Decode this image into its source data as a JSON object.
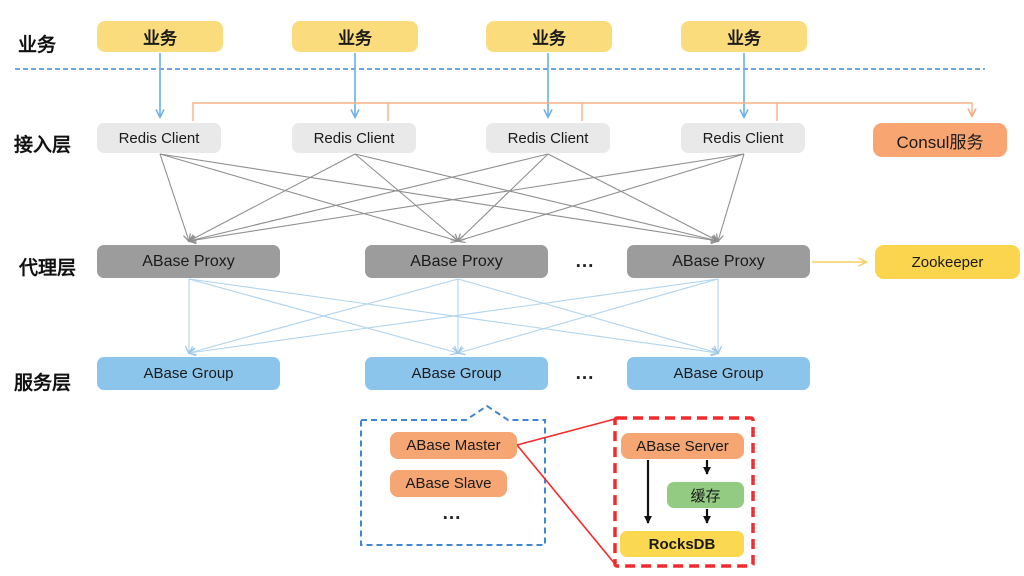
{
  "diagram": {
    "title_semantic": "ABase architecture layered diagram",
    "layer_labels": {
      "business": "业务",
      "access": "接入层",
      "proxy": "代理层",
      "service": "服务层"
    },
    "business_nodes": [
      "业务",
      "业务",
      "业务",
      "业务"
    ],
    "access_nodes": [
      "Redis Client",
      "Redis Client",
      "Redis Client",
      "Redis Client"
    ],
    "consul_node": "Consul服务",
    "proxy_nodes": [
      "ABase Proxy",
      "ABase Proxy",
      "ABase Proxy"
    ],
    "proxy_row_ellipsis": "...",
    "zookeeper_node": "Zookeeper",
    "service_nodes": [
      "ABase Group",
      "ABase Group",
      "ABase Group"
    ],
    "service_row_ellipsis": "...",
    "group_callout": {
      "master": "ABase Master",
      "slave": "ABase Slave",
      "ellipsis": "..."
    },
    "server_callout": {
      "server": "ABase Server",
      "cache": "缓存",
      "storage": "RocksDB"
    },
    "colors": {
      "business_box": "#FADC7D",
      "client_box": "#E9E9E9",
      "consul_box": "#F8A572",
      "proxy_box": "#9C9C9C",
      "zookeeper_box": "#FBD54E",
      "group_box": "#8CC5EB",
      "master_slave_server_box": "#F5A673",
      "cache_box": "#92CB81",
      "rocksdb_box": "#FAD84F",
      "business_arrow_blue": "#6AB1E7",
      "consul_line_orange": "#F6B286",
      "zookeeper_line_yellow": "#F5CE63",
      "client_proxy_mesh_gray": "#8F8F8F",
      "proxy_group_mesh_lightblue": "#AFD4EF",
      "separator_callout_blue": "#3E86D6",
      "detail_border_red": "#F42A2A",
      "detail_arrow_black": "#111111"
    }
  }
}
